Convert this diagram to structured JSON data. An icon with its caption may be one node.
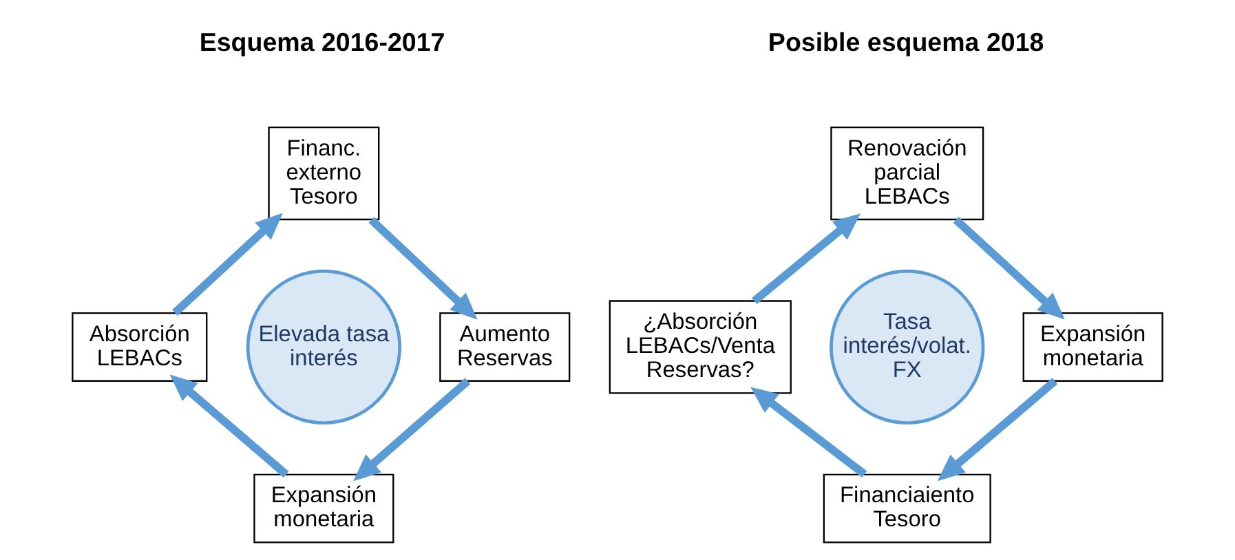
{
  "diagram": {
    "nodes": [
      {
        "text": [
          "Financ. externo Tesoro"
        ]
      },
      {
        "text": [
          "Absorción LEBACs"
        ]
      },
      {
        "text": [
          "Elevada tasa interés"
        ]
      },
      {
        "text": [
          "Aumento Reservas"
        ]
      },
      {
        "text": [
          "Expansión monetaria"
        ]
      },
      {
        "text": [
          "Renovación parcial LEBACs"
        ]
      },
      {
        "text": [
          "¿Absorción LEBACs/Venta Reservas?"
        ]
      },
      {
        "text": [
          "Tasa interés/volat. FX"
        ]
      },
      {
        "text": [
          "Expansión monetaria"
        ]
      },
      {
        "text": [
          "Financiaiento Tesoro"
        ]
      }
    ],
    "edges": [
      {
        "from": 1,
        "to": 0,
        "arrow": "to"
      },
      {
        "from": 0,
        "to": 3,
        "arrow": "to"
      },
      {
        "from": 3,
        "to": 4,
        "arrow": "to"
      },
      {
        "from": 4,
        "to": 1,
        "arrow": "to"
      },
      {
        "from": 6,
        "to": 5,
        "arrow": "to"
      },
      {
        "from": 5,
        "to": 8,
        "arrow": "to"
      },
      {
        "from": 8,
        "to": 9,
        "arrow": "to"
      },
      {
        "from": 9,
        "to": 6,
        "arrow": "to"
      }
    ],
    "labels": [
      "Esquema 2016-2017",
      "Posible esquema 2018"
    ]
  }
}
